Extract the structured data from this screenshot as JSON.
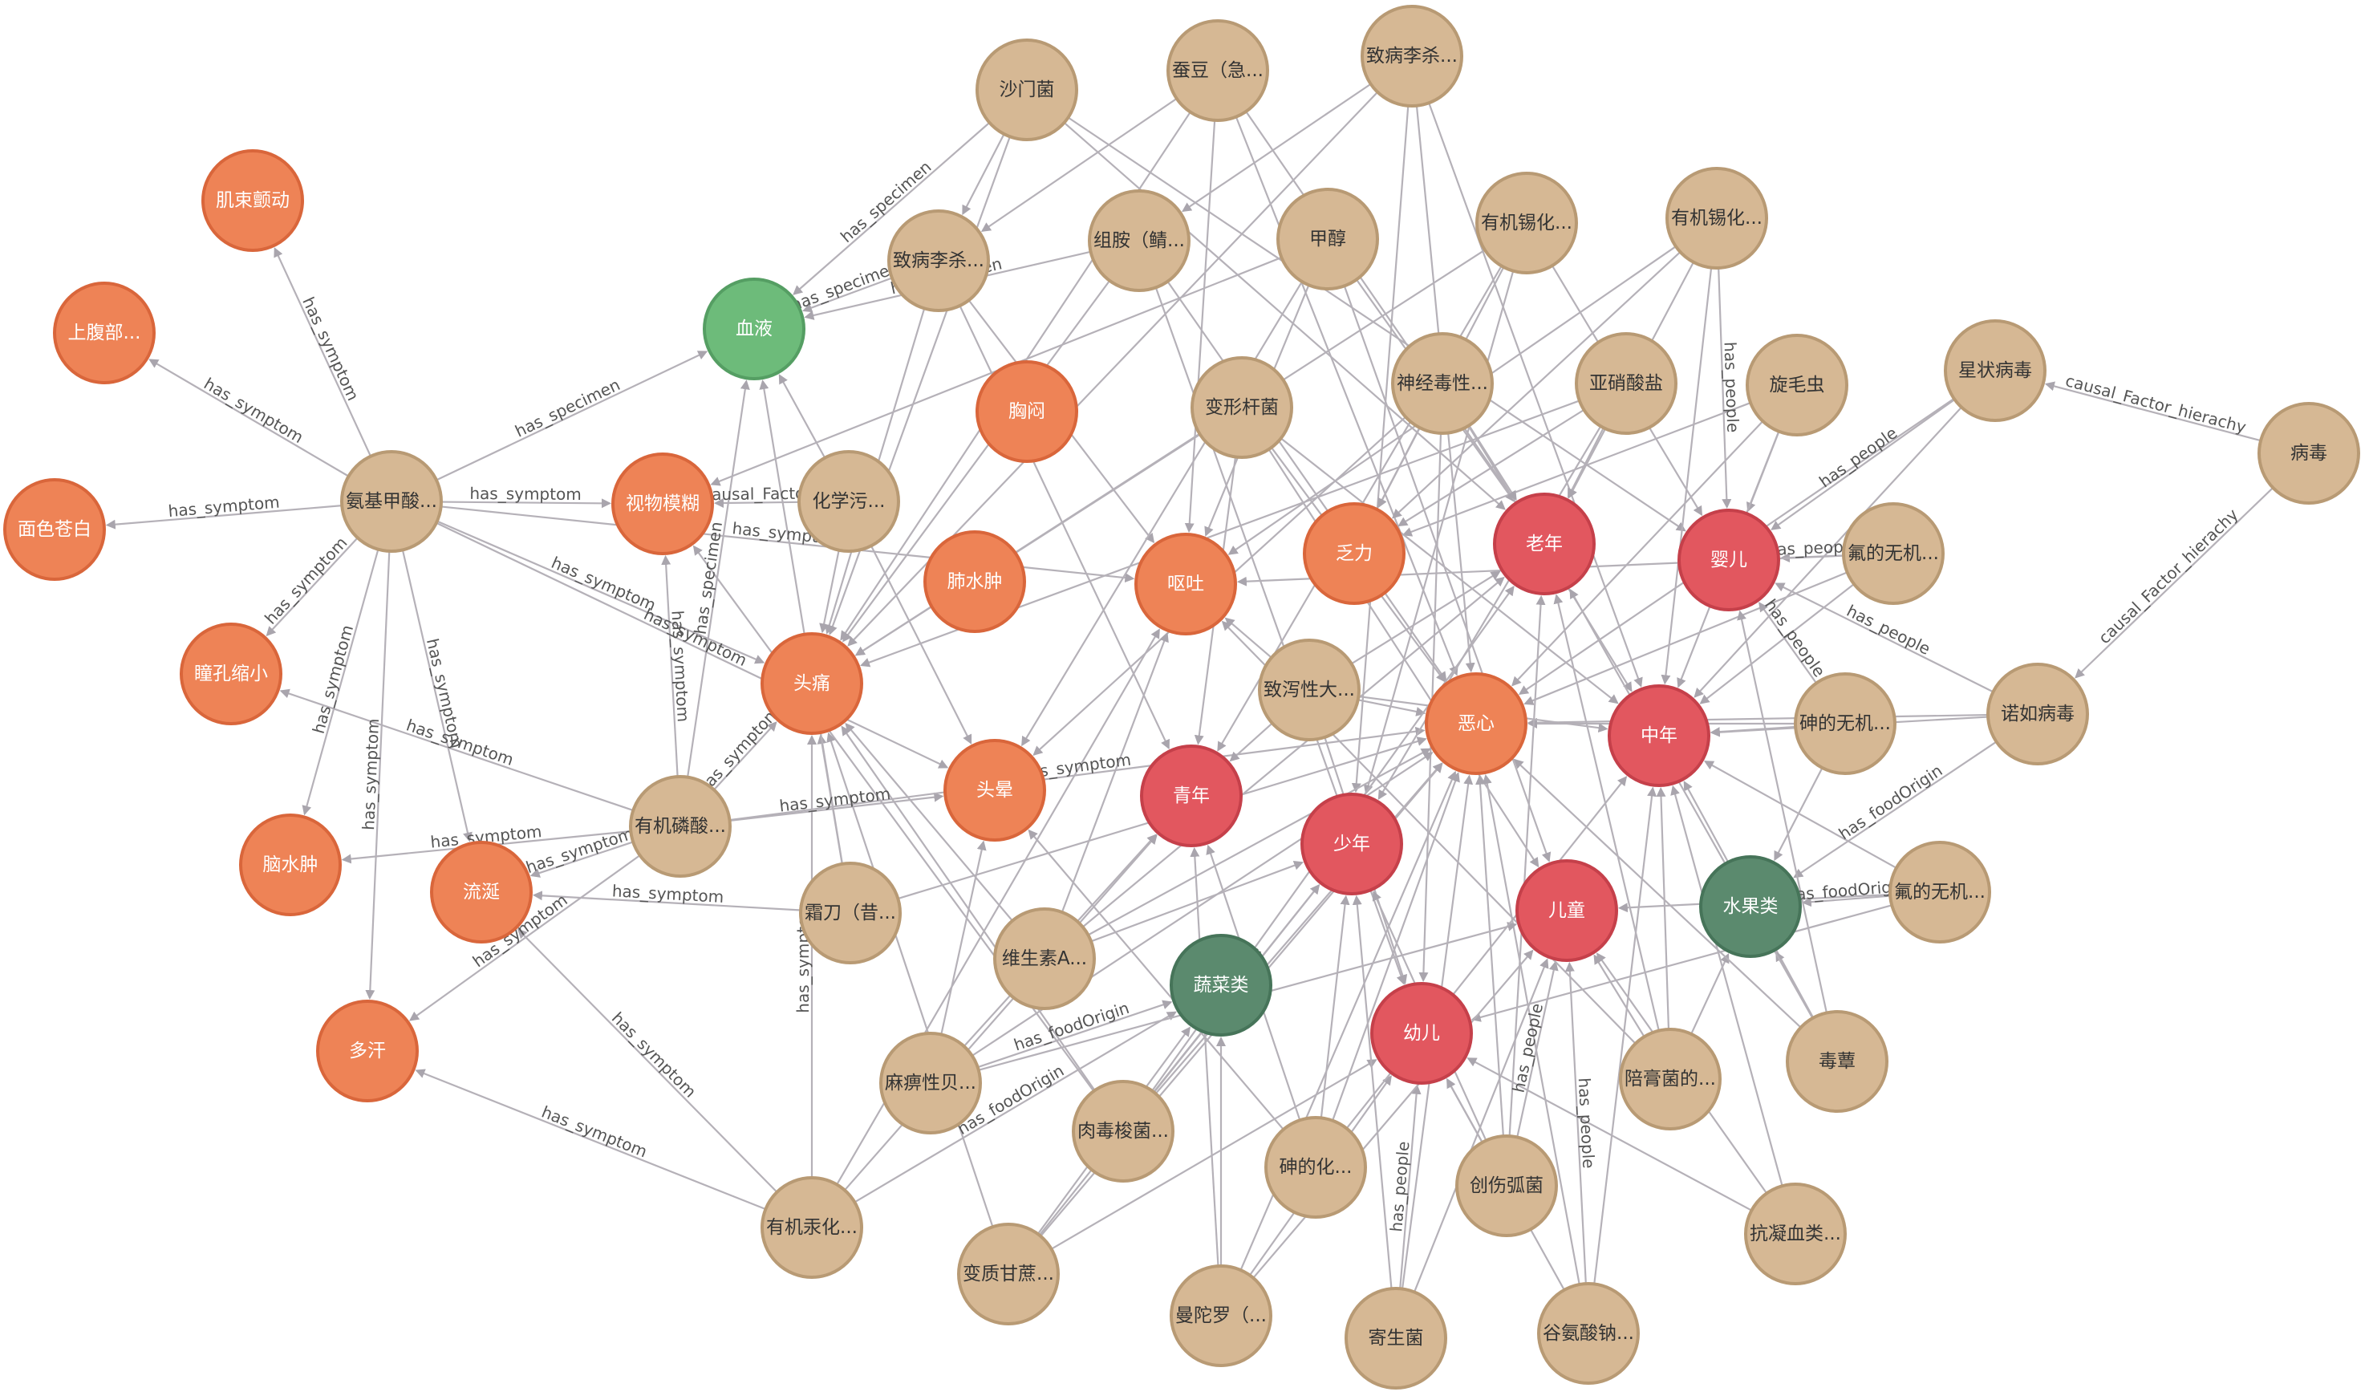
{
  "colors": {
    "food": "#d6b894",
    "food_stroke": "#b89a74",
    "symptom": "#ee8356",
    "symptom_stroke": "#d9663b",
    "people": "#e2575f",
    "people_stroke": "#c5404a",
    "specimen": "#6dbb7a",
    "specimen_stroke": "#559e63",
    "category": "#5b8a6e",
    "category_stroke": "#467459",
    "edge": "#b5b1b8"
  },
  "nodes": [
    {
      "id": "jirou",
      "label": "肌束颤动",
      "type": "symptom"
    },
    {
      "id": "shangfu",
      "label": "上腹部...",
      "type": "symptom"
    },
    {
      "id": "mianse",
      "label": "面色苍白",
      "type": "symptom"
    },
    {
      "id": "tongkong",
      "label": "瞳孔缩小",
      "type": "symptom"
    },
    {
      "id": "naoshuizhong",
      "label": "脑水肿",
      "type": "symptom"
    },
    {
      "id": "liuxian",
      "label": "流涎",
      "type": "symptom"
    },
    {
      "id": "duohan",
      "label": "多汗",
      "type": "symptom"
    },
    {
      "id": "anjijia",
      "label": "氨基甲酸...",
      "type": "food"
    },
    {
      "id": "xueye",
      "label": "血液",
      "type": "specimen"
    },
    {
      "id": "shiwu",
      "label": "视物模糊",
      "type": "symptom"
    },
    {
      "id": "youjilin",
      "label": "有机磷酸...",
      "type": "food"
    },
    {
      "id": "youjigong",
      "label": "有机汞化...",
      "type": "food"
    },
    {
      "id": "shamen",
      "label": "沙门菌",
      "type": "food"
    },
    {
      "id": "candou",
      "label": "蚕豆（急...",
      "type": "food"
    },
    {
      "id": "zhibing1",
      "label": "致病李杀...",
      "type": "food"
    },
    {
      "id": "zhibing2",
      "label": "致病李杀...",
      "type": "food"
    },
    {
      "id": "zuan",
      "label": "组胺（鲭...",
      "type": "food"
    },
    {
      "id": "jiachun",
      "label": "甲醇",
      "type": "food"
    },
    {
      "id": "youjixi1",
      "label": "有机锡化...",
      "type": "food"
    },
    {
      "id": "youjixi2",
      "label": "有机锡化...",
      "type": "food"
    },
    {
      "id": "xiongmen",
      "label": "胸闷",
      "type": "symptom"
    },
    {
      "id": "bianxing",
      "label": "变形杆菌",
      "type": "food"
    },
    {
      "id": "shenjing",
      "label": "神经毒性...",
      "type": "food"
    },
    {
      "id": "yaxiao",
      "label": "亚硝酸盐",
      "type": "food"
    },
    {
      "id": "xuanmao",
      "label": "旋毛虫",
      "type": "food"
    },
    {
      "id": "xingzhuang",
      "label": "星状病毒",
      "type": "food"
    },
    {
      "id": "bingdu",
      "label": "病毒",
      "type": "food"
    },
    {
      "id": "huaxue",
      "label": "化学污...",
      "type": "food"
    },
    {
      "id": "feishuizhong",
      "label": "肺水肿",
      "type": "symptom"
    },
    {
      "id": "outu",
      "label": "呕吐",
      "type": "symptom"
    },
    {
      "id": "fali",
      "label": "乏力",
      "type": "symptom"
    },
    {
      "id": "laonian",
      "label": "老年",
      "type": "people"
    },
    {
      "id": "yinger",
      "label": "婴儿",
      "type": "people"
    },
    {
      "id": "fu1",
      "label": "氟的无机...",
      "type": "food"
    },
    {
      "id": "toutong",
      "label": "头痛",
      "type": "symptom"
    },
    {
      "id": "toutun",
      "label": "头晕",
      "type": "symptom"
    },
    {
      "id": "tuxie",
      "label": "致泻性大...",
      "type": "food"
    },
    {
      "id": "exin",
      "label": "恶心",
      "type": "symptom"
    },
    {
      "id": "zhongnian",
      "label": "中年",
      "type": "people"
    },
    {
      "id": "shen1",
      "label": "砷的无机...",
      "type": "food"
    },
    {
      "id": "nuoru",
      "label": "诺如病毒",
      "type": "food"
    },
    {
      "id": "qingnian",
      "label": "青年",
      "type": "people"
    },
    {
      "id": "shaonian",
      "label": "少年",
      "type": "people"
    },
    {
      "id": "fu2",
      "label": "氟的无机...",
      "type": "food"
    },
    {
      "id": "ertong",
      "label": "儿童",
      "type": "people"
    },
    {
      "id": "shuiguo",
      "label": "水果类",
      "type": "category"
    },
    {
      "id": "shuangsu",
      "label": "霜刀（昔...",
      "type": "food"
    },
    {
      "id": "weisheng",
      "label": "维生素A...",
      "type": "food"
    },
    {
      "id": "shucai",
      "label": "蔬菜类",
      "type": "category"
    },
    {
      "id": "youer",
      "label": "幼儿",
      "type": "people"
    },
    {
      "id": "mabi",
      "label": "麻痹性贝...",
      "type": "food"
    },
    {
      "id": "roudu",
      "label": "肉毒梭菌...",
      "type": "food"
    },
    {
      "id": "shenhua",
      "label": "砷的化...",
      "type": "food"
    },
    {
      "id": "chuanghu",
      "label": "创伤弧菌",
      "type": "food"
    },
    {
      "id": "ganmao",
      "label": "陪膏菌的...",
      "type": "food"
    },
    {
      "id": "duxun",
      "label": "毒蕈",
      "type": "food"
    },
    {
      "id": "kangning",
      "label": "抗凝血类...",
      "type": "food"
    },
    {
      "id": "bianzhi",
      "label": "变质甘蔗...",
      "type": "food"
    },
    {
      "id": "mantuo",
      "label": "曼陀罗（...",
      "type": "food"
    },
    {
      "id": "jiyang",
      "label": "寄生菌",
      "type": "food"
    },
    {
      "id": "gusuan",
      "label": "谷氨酸钠...",
      "type": "food"
    }
  ],
  "edge_labels": {
    "has_symptom": "has_symptom",
    "has_specimen": "has_specimen",
    "has_people": "has_people",
    "has_foodOrigin": "has_foodOrigin",
    "causal_Factor_hierachy": "causal_Factor_hierachy",
    "causal_Factor": "causal_Factor"
  }
}
